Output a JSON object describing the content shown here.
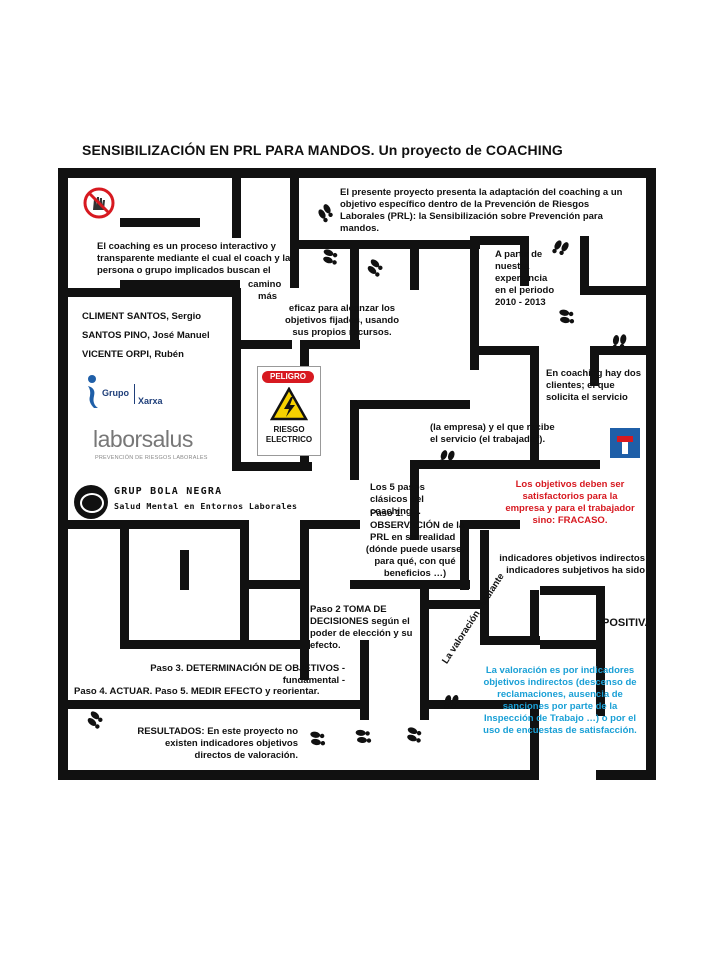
{
  "title": "SENSIBILIZACIÓN  EN PRL PARA MANDOS. Un proyecto de COACHING",
  "texts": {
    "intro": "El presente proyecto presenta  la adaptación del coaching a un objetivo específico  dentro de la Prevención de Riesgos Laborales (PRL): la Sensibilización sobre Prevención para mandos.",
    "coaching_def_1": "El coaching  es un proceso interactivo y transparente mediante el cual el coach  y la persona o grupo implicados buscan el",
    "coaching_def_2": "camino",
    "coaching_def_3": "más",
    "coaching_def_4": "eficaz  para alcanzar los objetivos fijados, usando sus propios recursos.",
    "experience": "A partir de nuestra experiencia en el periodo 2010  - 2013",
    "two_clients": "En coaching hay dos clientes;  el  que solicita  el servicio",
    "two_clients_2": "(la empresa) y el que recibe el servicio (el trabajador).",
    "steps_1": "Los 5 pasos clásicos del coaching…",
    "steps_2": "Paso 1. OBSERVACIÓN de la PRL en su realidad",
    "steps_3": "(dónde puede usarse,  para qué, con qué beneficios …)",
    "objectives": "Los objetivos deben ser satisfactorios  para la empresa y para el trabajador sino: FRACASO.",
    "indicators": "indicadores objetivos indirectos indicadores subjetivos ha sido",
    "valoracion_rot": "La valoración mediante",
    "positiva": "POSITIVA",
    "paso2": "Paso 2 TOMA DE DECISIONES según el poder de elección y su efecto.",
    "paso3": "Paso 3. DETERMINACIÓN DE OBJETIVOS  - fundamental  -",
    "paso45": "Paso 4.  ACTUAR.  Paso 5.  MEDIR EFECTO y reorientar.",
    "resultados": "RESULTADOS: En este proyecto no existen  indicadores objetivos directos de valoración.",
    "valoracion": "La valoración es  por indicadores objetivos indirectos (descenso de reclamaciones, ausencia de sanciones por parte de la Inspección de Trabajo …) o por el uso de encuestas  de satisfacción."
  },
  "authors": [
    "CLIMENT SANTOS, Sergio",
    "SANTOS PINO, José Manuel",
    "VICENTE ORPI, Rubén"
  ],
  "logos": {
    "grupo_1": "Grupo",
    "grupo_2": "Xarxa",
    "laborsalus": "laborsalus",
    "laborsalus_sub": "PREVENCIÓN DE RIESGOS LABORALES",
    "bola_1": "GRUP BOLA NEGRA",
    "bola_2": "Salud Mental en Entornos Laborales"
  },
  "sign": {
    "peligro": "PELIGRO",
    "riesgo": "RIESGO",
    "electrico": "ELECTRICO"
  },
  "icons": [
    "no-entry-hand-icon",
    "dead-end-sign-icon",
    "electric-hazard-icon",
    "footprints-icon"
  ],
  "colors": {
    "wall": "#111111",
    "accent_red": "#d71920",
    "accent_cyan": "#1aa0d6",
    "sign_blue": "#1f5fa8"
  }
}
